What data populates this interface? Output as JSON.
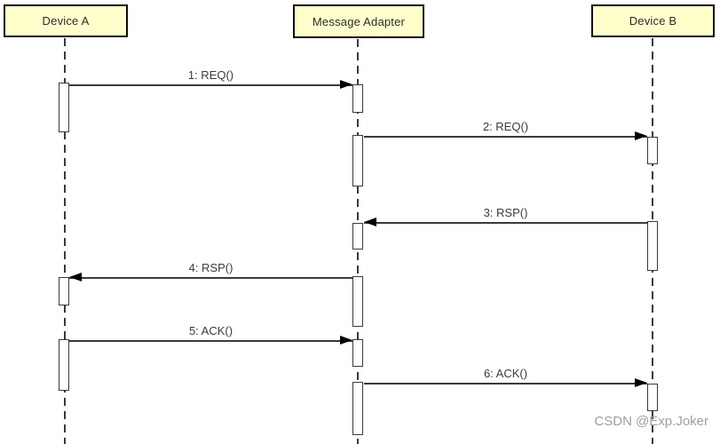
{
  "diagram": {
    "type": "sequence",
    "actors": [
      {
        "id": "device-a",
        "name": "Device A"
      },
      {
        "id": "message-adapter",
        "name": "Message Adapter"
      },
      {
        "id": "device-b",
        "name": "Device B"
      }
    ],
    "messages": [
      {
        "label": "1: REQ()",
        "from": "Device A",
        "to": "Message Adapter",
        "direction": "right"
      },
      {
        "label": "2: REQ()",
        "from": "Message Adapter",
        "to": "Device B",
        "direction": "right"
      },
      {
        "label": "3: RSP()",
        "from": "Device B",
        "to": "Message Adapter",
        "direction": "left"
      },
      {
        "label": "4: RSP()",
        "from": "Message Adapter",
        "to": "Device A",
        "direction": "left"
      },
      {
        "label": "5: ACK()",
        "from": "Device A",
        "to": "Message Adapter",
        "direction": "right"
      },
      {
        "label": "6: ACK()",
        "from": "Message Adapter",
        "to": "Device B",
        "direction": "right"
      }
    ],
    "colors": {
      "actor_fill": "#FFFFCC",
      "actor_border": "#000000",
      "line": "#3A3A3A",
      "arrow_fill": "#000000",
      "watermark": "#9E9E9E"
    }
  },
  "watermark": {
    "text": "CSDN @Exp.Joker"
  }
}
